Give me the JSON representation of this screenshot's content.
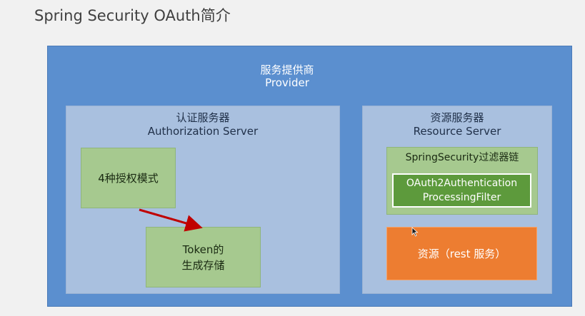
{
  "slide": {
    "title": "Spring Security OAuth简介"
  },
  "provider": {
    "title": "服务提供商",
    "subtitle": "Provider"
  },
  "authorization_server": {
    "title": "认证服务器",
    "subtitle": "Authorization Server",
    "modes_label": "4种授权模式",
    "token_line1": "Token的",
    "token_line2": "生成存储"
  },
  "resource_server": {
    "title": "资源服务器",
    "subtitle": "Resource Server",
    "filter_chain_label": "SpringSecurity过滤器链",
    "filter_line1": "OAuth2Authentication",
    "filter_line2": "ProcessingFilter",
    "resource_label": "资源（rest 服务）"
  },
  "colors": {
    "provider_blue": "#5b8fcf",
    "server_light_blue": "#a9c0df",
    "box_green": "#a6c98f",
    "filter_dark_green": "#5d9a3c",
    "resource_orange": "#ed7d31",
    "arrow_red": "#c00000"
  },
  "icons": {
    "cursor": "mouse-pointer-icon",
    "arrow": "arrow-right-down-icon"
  }
}
